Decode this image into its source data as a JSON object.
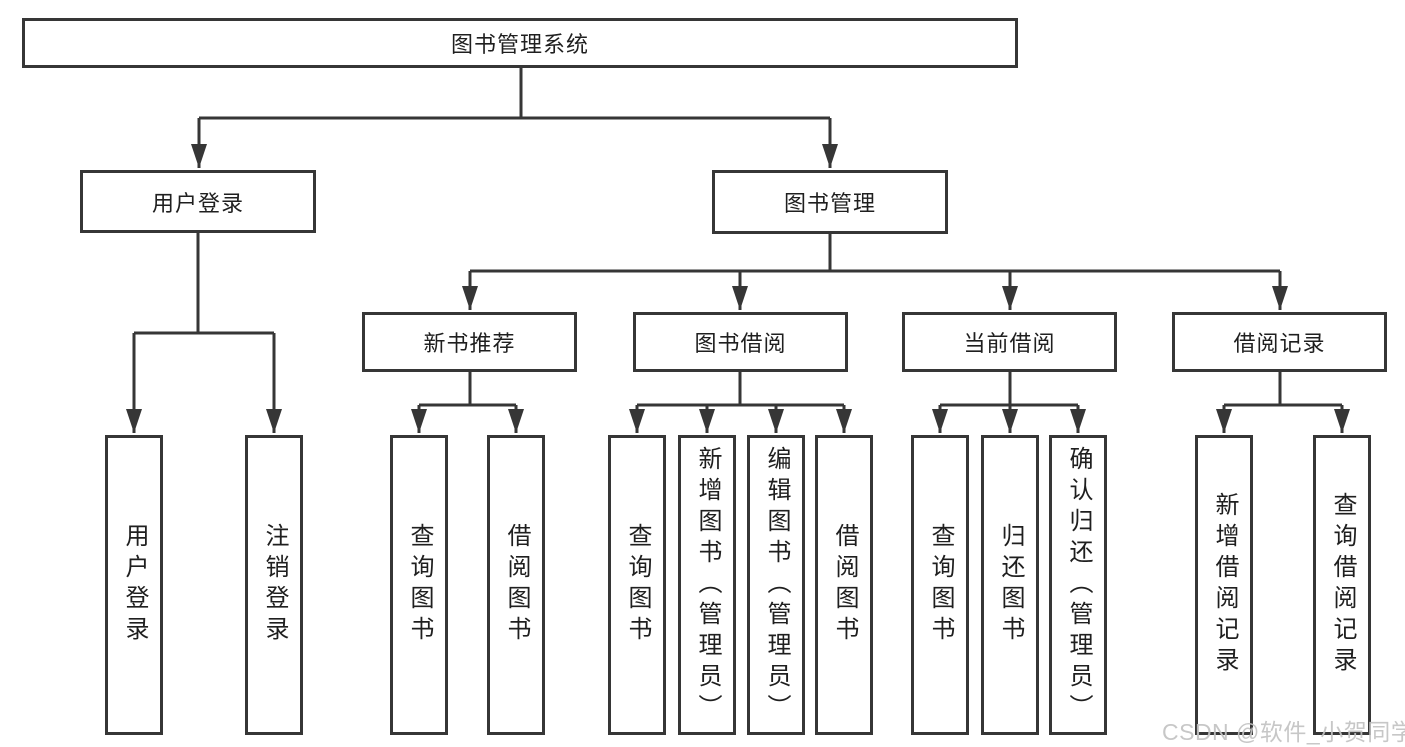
{
  "nodes": {
    "root": "图书管理系统",
    "level2": [
      "用户登录",
      "图书管理"
    ],
    "level3": [
      "新书推荐",
      "图书借阅",
      "当前借阅",
      "借阅记录"
    ],
    "leaves": [
      "用户登录",
      "注销登录",
      "查询图书",
      "借阅图书",
      "查询图书",
      "新增图书（管理员）",
      "编辑图书（管理员）",
      "借阅图书",
      "查询图书",
      "归还图书",
      "确认归还（管理员）",
      "新增借阅记录",
      "查询借阅记录"
    ]
  },
  "watermark": "CSDN @软件_小贺同学",
  "colors": {
    "line": "#363636",
    "text": "#1f1f1f",
    "background": "#ffffff",
    "watermark": "#c3c3c3"
  }
}
